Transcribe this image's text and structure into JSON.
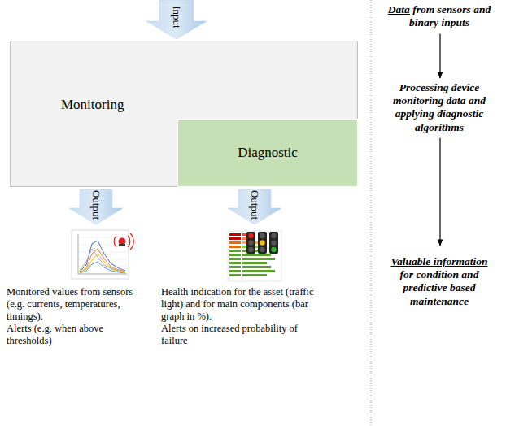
{
  "diagram": {
    "nodes": [
      {
        "text": [
          "Monitoring"
        ]
      },
      {
        "text": [
          "Diagnostic"
        ],
        "in": 0
      }
    ],
    "labels": [
      "Input",
      "Output",
      "Output",
      "Data",
      "from sensors and binary inputs",
      "Processing device monitoring data and applying diagnostic algorithms",
      "Valuable information",
      "for condition and predictive based maintenance",
      "Monitored values from sensors (e.g. currents, temperatures, timings).",
      "Alerts (e.g. when above thresholds)",
      "Health indication for the asset (traffic light) and for main components (bar graph in %).",
      "Alerts on increased probability of failure"
    ]
  }
}
